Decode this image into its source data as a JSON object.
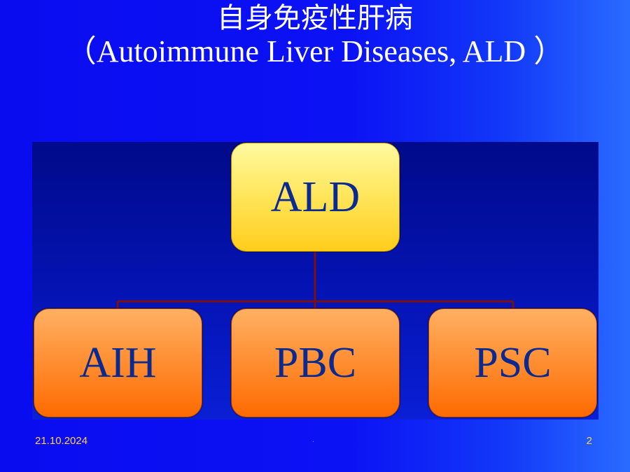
{
  "title": {
    "chinese": "自身免疫性肝病",
    "english": "（Autoimmune Liver Diseases, ALD ）"
  },
  "diagram": {
    "root": {
      "label": "ALD"
    },
    "children": [
      {
        "label": "AIH"
      },
      {
        "label": "PBC"
      },
      {
        "label": "PSC"
      }
    ]
  },
  "footer": {
    "date": "21.10.2024",
    "center": ".",
    "page": "2"
  },
  "colors": {
    "background": "#0b12f4",
    "panel": "#000a8a",
    "root_fill": "#ffe760",
    "child_fill": "#ff8a2c",
    "node_text": "#0b2a8f",
    "connector": "#7a1010",
    "footer_text": "#ffd24a"
  }
}
